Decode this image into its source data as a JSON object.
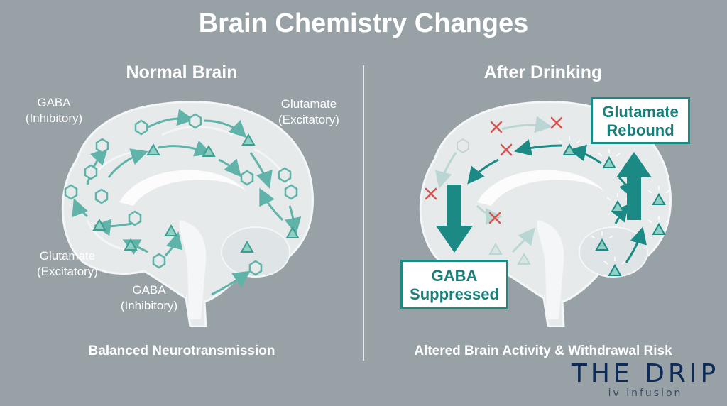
{
  "title": "Brain Chemistry Changes",
  "left": {
    "heading": "Normal Brain",
    "label_gaba_top": [
      "GABA",
      "(Inhibitory)"
    ],
    "label_glut_top": [
      "Glutamate",
      "(Excitatory)"
    ],
    "label_glut_bottom": [
      "Glutamate",
      "(Excitatory)"
    ],
    "label_gaba_bottom": [
      "GABA",
      "(Inhibitory)"
    ],
    "footer": "Balanced Neurotransmission"
  },
  "right": {
    "heading": "After Drinking",
    "callout_glutamate": [
      "Glutamate",
      "Rebound"
    ],
    "callout_gaba": [
      "GABA",
      "Suppressed"
    ],
    "footer": "Altered Brain Activity & Withdrawal Risk"
  },
  "logo": {
    "main": "THE DRIP",
    "sub": "iv infusion"
  },
  "colors": {
    "background": "#97a1a6",
    "teal": "#1b8a84",
    "brain": "#e6eaeb",
    "x_mark": "#d9534f",
    "logo_navy": "#0e2a56"
  },
  "icons": {
    "gaba": "hexagon-icon",
    "glutamate": "triangle-icon",
    "blocked": "x-mark-icon",
    "flow": "arrow-icon"
  }
}
